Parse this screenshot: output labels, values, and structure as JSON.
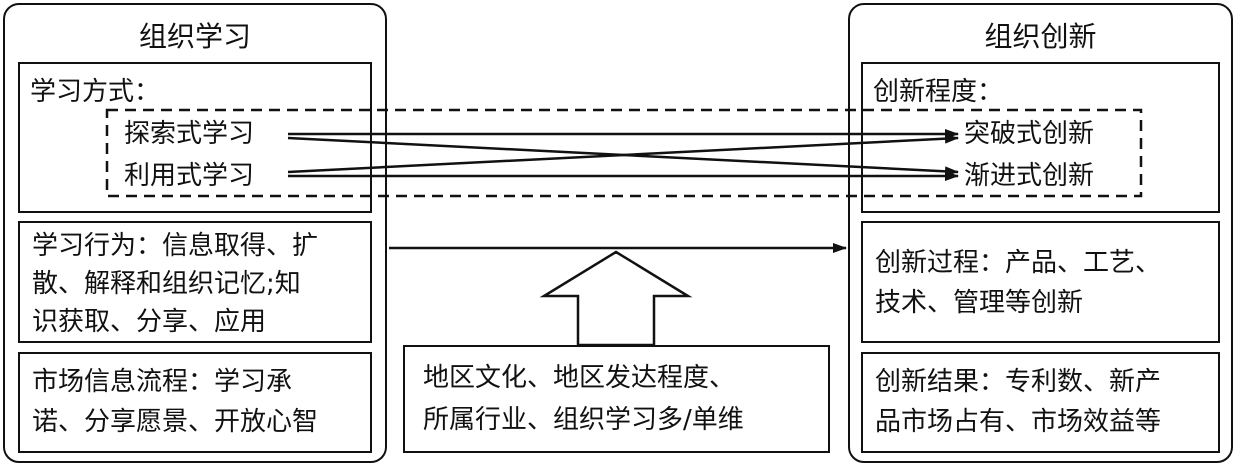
{
  "left_panel": {
    "title": "组织学习",
    "learning_mode": {
      "heading": "学习方式：",
      "items": [
        "探索式学习",
        "利用式学习"
      ]
    },
    "learning_behavior": {
      "lines": [
        "学习行为：信息取得、扩",
        "散、解释和组织记忆;知",
        "识获取、分享、应用"
      ]
    },
    "market_info": {
      "lines": [
        "市场信息流程：学习承",
        "诺、分享愿景、开放心智"
      ]
    }
  },
  "right_panel": {
    "title": "组织创新",
    "innovation_degree": {
      "heading": "创新程度：",
      "items": [
        "突破式创新",
        "渐进式创新"
      ]
    },
    "innovation_process": {
      "lines": [
        "创新过程：产品、工艺、",
        "技术、管理等创新"
      ]
    },
    "innovation_result": {
      "lines": [
        "创新结果：专利数、新产",
        "品市场占有、市场效益等"
      ]
    }
  },
  "moderators": {
    "lines": [
      "地区文化、地区发达程度、",
      "所属行业、组织学习多/单维"
    ]
  }
}
